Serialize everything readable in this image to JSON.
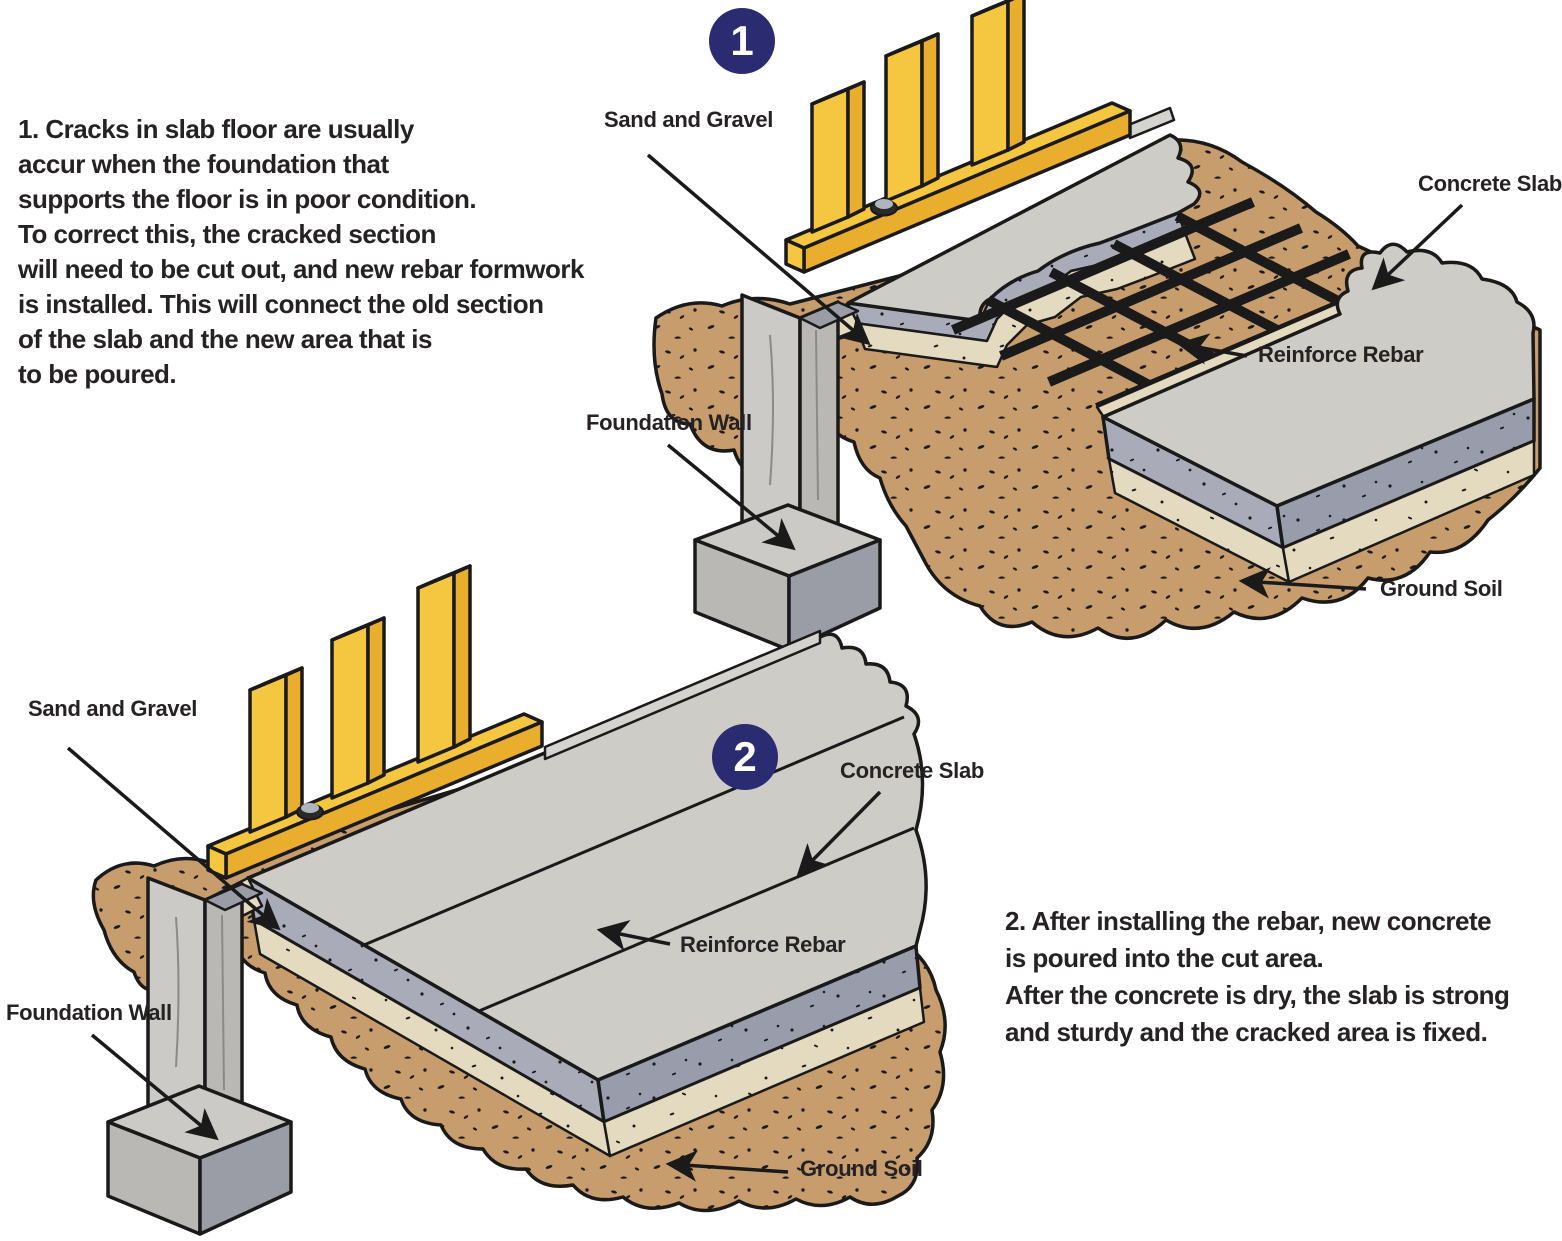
{
  "panel1": {
    "badge": "1",
    "description": "1. Cracks in  slab floor are usually\naccur when the foundation that\nsupports the floor is in poor condition.\nTo correct this, the cracked section\nwill need to be cut out, and new rebar formwork\nis installed. This will connect the old section\nof the slab and the new area that is\nto be poured.",
    "labels": {
      "sand_gravel": "Sand and Gravel",
      "concrete_slab": "Concrete Slab",
      "reinforce_rebar": "Reinforce Rebar",
      "foundation_wall": "Foundation Wall",
      "ground_soil": "Ground Soil"
    }
  },
  "panel2": {
    "badge": "2",
    "description": "2. After installing the rebar, new concrete\nis poured into the cut area.\nAfter the concrete is dry, the slab is strong\nand sturdy and the cracked area is fixed.",
    "labels": {
      "sand_gravel": "Sand and Gravel",
      "concrete_slab": "Concrete Slab",
      "reinforce_rebar": "Reinforce Rebar",
      "foundation_wall": "Foundation Wall",
      "ground_soil": "Ground Soil"
    }
  },
  "colors": {
    "badge": "#2B2B72",
    "text": "#262223",
    "outline": "#1A1A1A",
    "soil": "#C79D6E",
    "sand": "#E4DABF",
    "slab_top": "#CECCC7",
    "slab_edge": "#A9ACB8",
    "slab_edge_dark": "#999CAB",
    "wood": "#F5C740",
    "wood_dark": "#E9AE2E",
    "wall": "#CBCAC7",
    "wall_side": "#B9B8B5"
  }
}
